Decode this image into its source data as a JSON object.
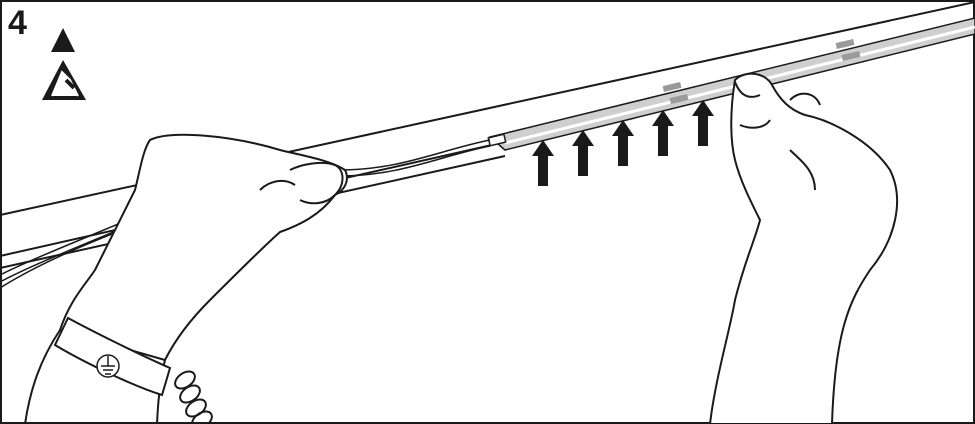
{
  "step": {
    "number": "4"
  },
  "icons": {
    "esd_warning": "esd-warning-icon",
    "ground_symbol": "ground-symbol-icon"
  },
  "arrows": {
    "count": 5,
    "direction": "up"
  },
  "colors": {
    "line": "#1a1a1a",
    "strip_fill": "#cfcfcf",
    "strip_dark": "#9a9a9a",
    "arrow": "#1a1a1a",
    "background": "#ffffff"
  }
}
